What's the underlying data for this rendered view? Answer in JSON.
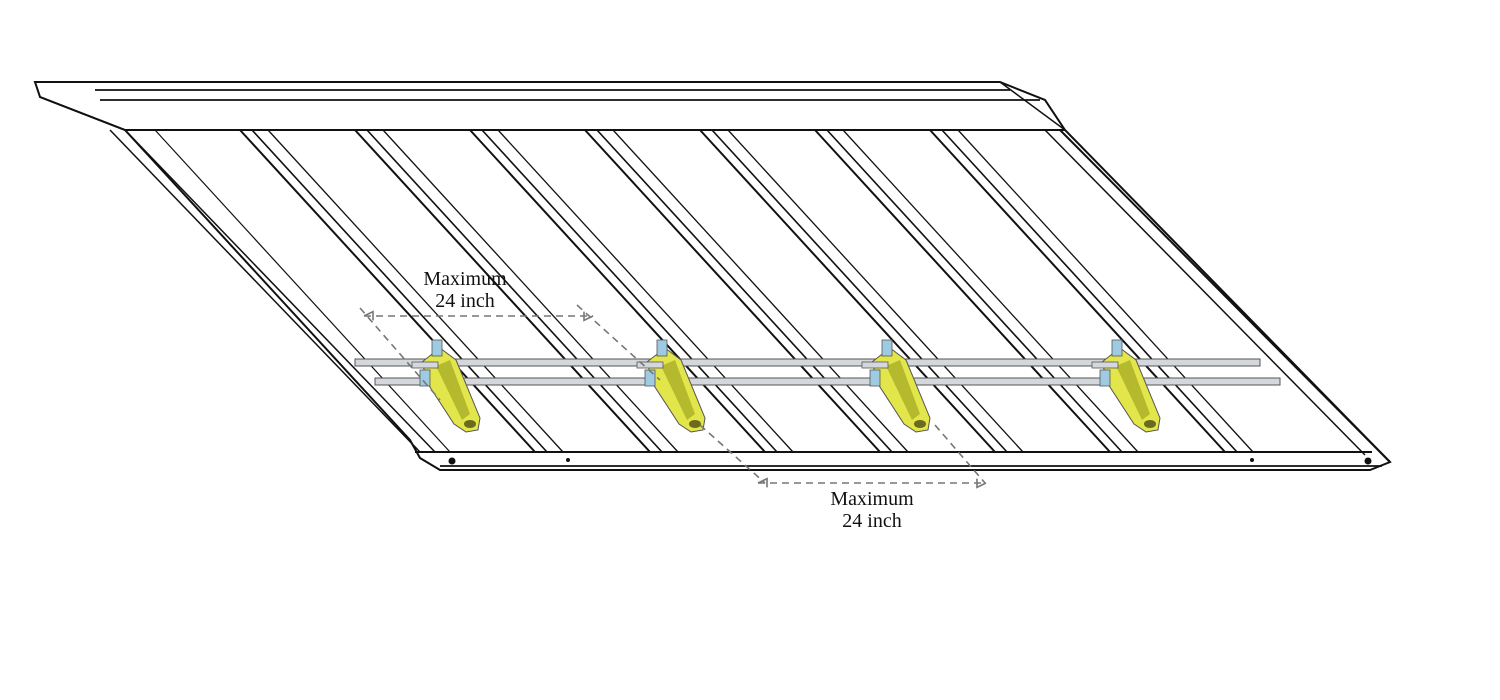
{
  "colors": {
    "outline": "#111111",
    "bracket": "#e3e64a",
    "bracket_shade": "#b5b92e",
    "rail": "#d4d8dc",
    "clip": "#9fcbe2",
    "dimension": "#777777"
  },
  "annotations": [
    {
      "line1": "Maximum",
      "line2": "24 inch"
    },
    {
      "line1": "Maximum",
      "line2": "24 inch"
    }
  ]
}
